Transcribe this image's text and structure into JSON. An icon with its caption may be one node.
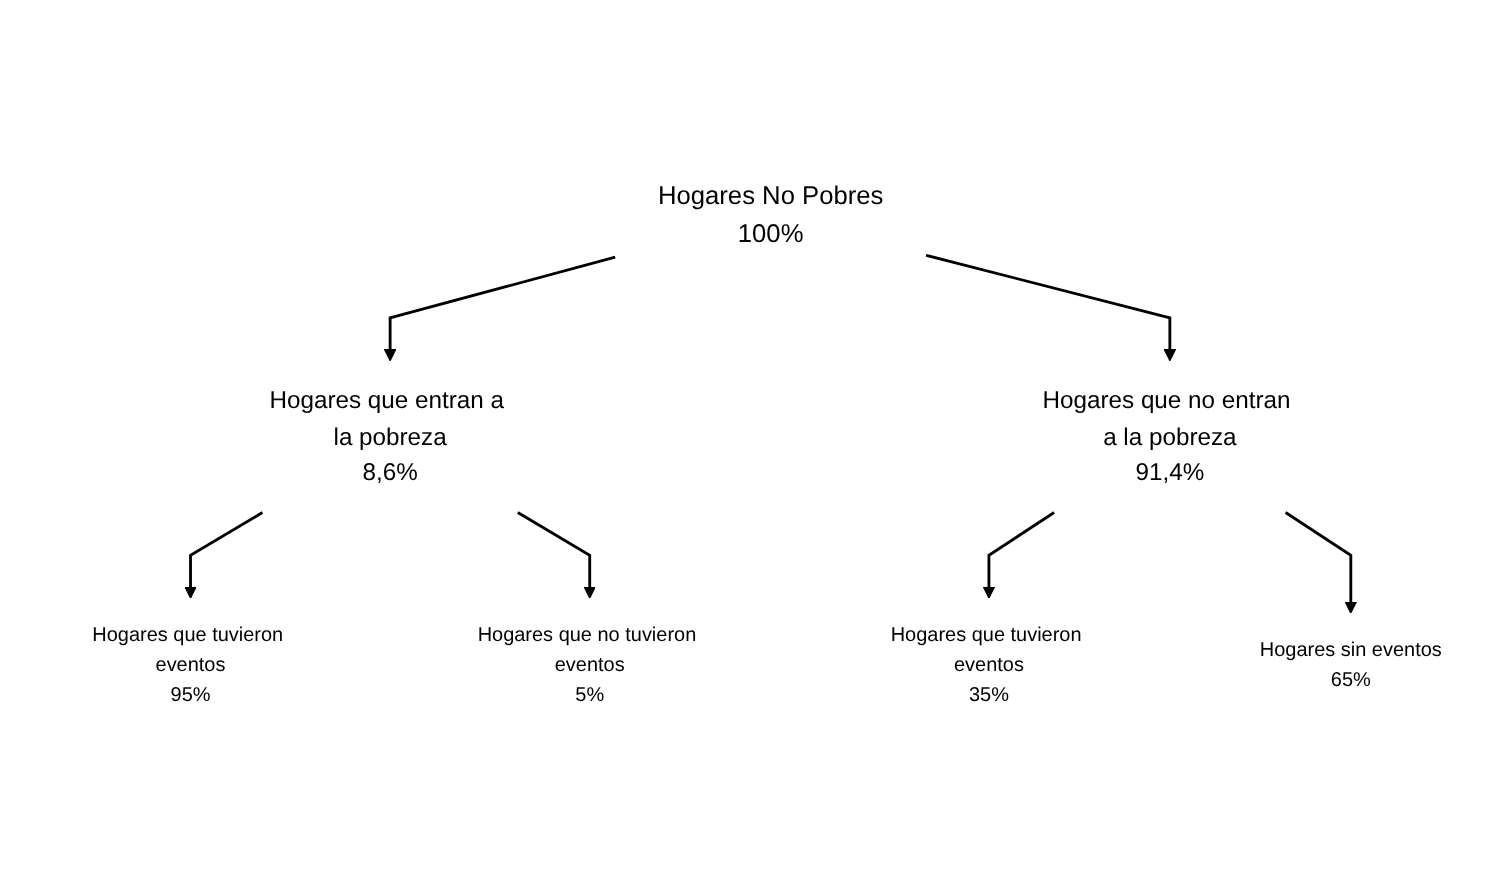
{
  "diagram": {
    "nodes": [
      {
        "text": [
          "Hogares No Pobres",
          "100%"
        ]
      },
      {
        "text": [
          "Hogares que entran a la pobreza",
          "8,6%"
        ]
      },
      {
        "text": [
          "Hogares que no entran a la pobreza",
          "91,4%"
        ]
      },
      {
        "text": [
          "Hogares que tuvieron eventos",
          "95%"
        ]
      },
      {
        "text": [
          "Hogares que no tuvieron eventos",
          "5%"
        ]
      },
      {
        "text": [
          "Hogares que tuvieron eventos",
          "35%"
        ]
      },
      {
        "text": [
          "Hogares sin eventos",
          "65%"
        ]
      }
    ],
    "edges": [
      {
        "from": 0,
        "to": 1,
        "arrow": "to"
      },
      {
        "from": 0,
        "to": 2,
        "arrow": "to"
      },
      {
        "from": 1,
        "to": 3,
        "arrow": "to"
      },
      {
        "from": 1,
        "to": 4,
        "arrow": "to"
      },
      {
        "from": 2,
        "to": 5,
        "arrow": "to"
      },
      {
        "from": 2,
        "to": 6,
        "arrow": "to"
      }
    ]
  }
}
